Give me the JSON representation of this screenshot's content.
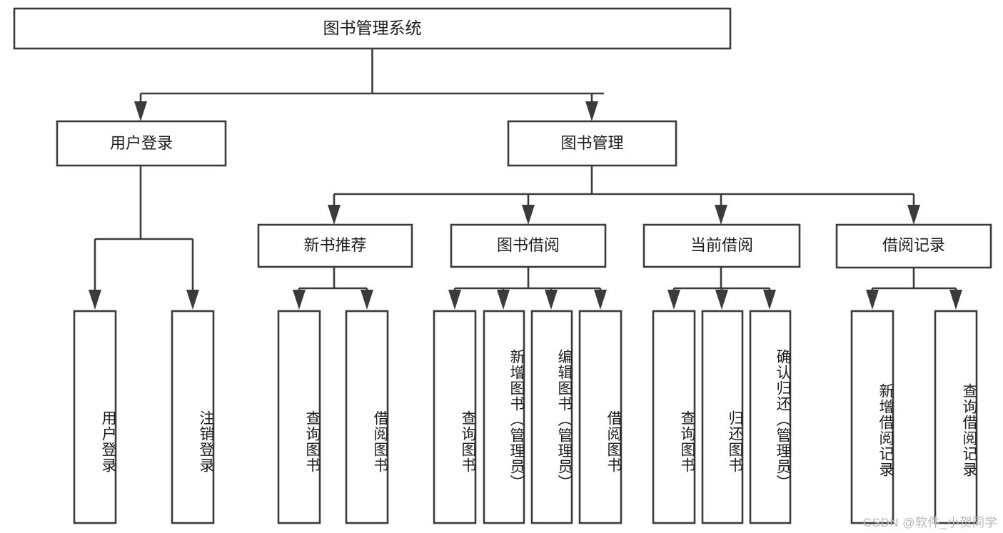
{
  "diagram": {
    "type": "tree-hierarchy-chart",
    "title": "图书管理系统",
    "watermark": "CSDN @软件_小贺同学",
    "colors": {
      "box_stroke": "#3b3b3b",
      "box_fill": "#ffffff",
      "text": "#1c1c1c",
      "background": "#ffffff",
      "watermark": "#b8b8b8"
    },
    "root": {
      "id": "root",
      "label": "图书管理系统",
      "level": 0
    },
    "level2": [
      {
        "id": "user-login",
        "label": "用户登录",
        "level": 1
      },
      {
        "id": "book-management",
        "label": "图书管理",
        "level": 1
      }
    ],
    "level3": [
      {
        "id": "new-book-recommend",
        "label": "新书推荐",
        "parent": "book-management",
        "level": 2
      },
      {
        "id": "book-borrow",
        "label": "图书借阅",
        "parent": "book-management",
        "level": 2
      },
      {
        "id": "current-borrow",
        "label": "当前借阅",
        "parent": "book-management",
        "level": 2
      },
      {
        "id": "borrow-record",
        "label": "借阅记录",
        "parent": "book-management",
        "level": 2
      }
    ],
    "leaves": [
      {
        "id": "leaf-user-login",
        "label": "用户登录",
        "parent": "user-login",
        "level": 3
      },
      {
        "id": "leaf-logout-login",
        "label": "注销登录",
        "parent": "user-login",
        "level": 3
      },
      {
        "id": "leaf-query-book-1",
        "label": "查询图书",
        "parent": "new-book-recommend",
        "level": 3
      },
      {
        "id": "leaf-borrow-book-1",
        "label": "借阅图书",
        "parent": "new-book-recommend",
        "level": 3
      },
      {
        "id": "leaf-query-book-2",
        "label": "查询图书",
        "parent": "book-borrow",
        "level": 3
      },
      {
        "id": "leaf-add-book-admin",
        "label": "新增图书（管理员）",
        "parent": "book-borrow",
        "level": 3
      },
      {
        "id": "leaf-edit-book-admin",
        "label": "编辑图书（管理员）",
        "parent": "book-borrow",
        "level": 3
      },
      {
        "id": "leaf-borrow-book-2",
        "label": "借阅图书",
        "parent": "book-borrow",
        "level": 3
      },
      {
        "id": "leaf-query-book-3",
        "label": "查询图书",
        "parent": "current-borrow",
        "level": 3
      },
      {
        "id": "leaf-return-book",
        "label": "归还图书",
        "parent": "current-borrow",
        "level": 3
      },
      {
        "id": "leaf-confirm-return-admin",
        "label": "确认归还（管理员）",
        "parent": "current-borrow",
        "level": 3
      },
      {
        "id": "leaf-add-borrow-record",
        "label": "新增借阅记录",
        "parent": "borrow-record",
        "level": 3
      },
      {
        "id": "leaf-query-borrow-record",
        "label": "查询借阅记录",
        "parent": "borrow-record",
        "level": 3
      }
    ]
  }
}
